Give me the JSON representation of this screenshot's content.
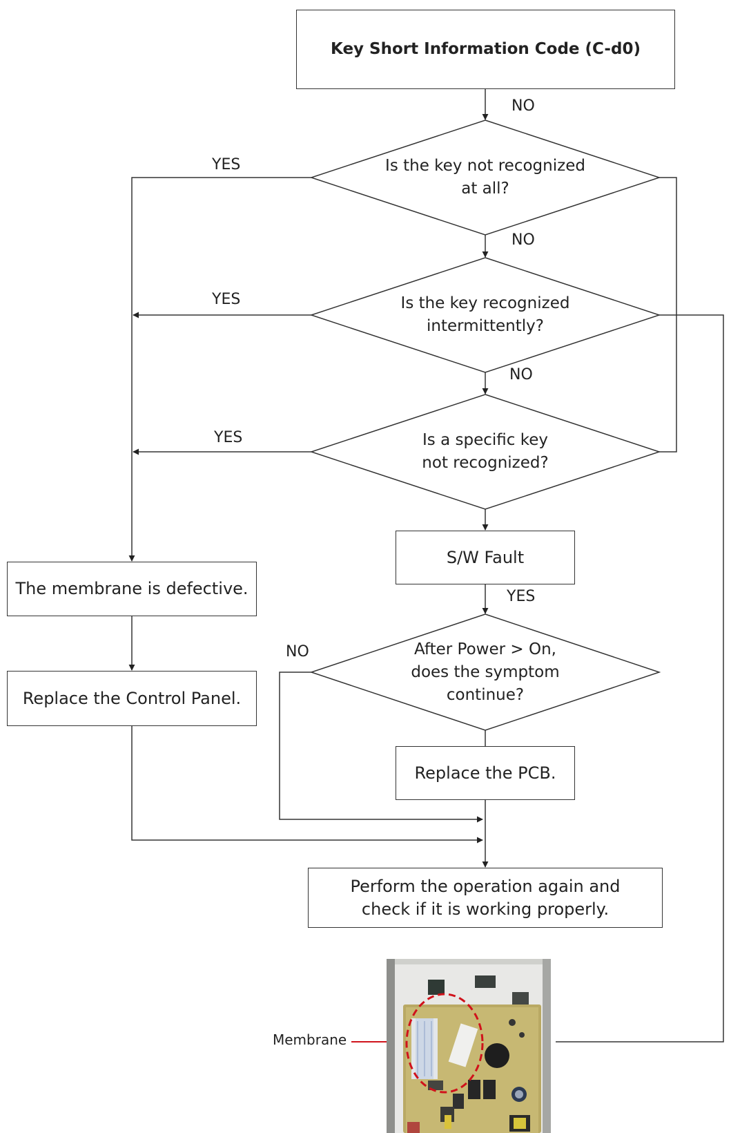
{
  "title_box": "Key Short Information Code (C-d0)",
  "decisions": {
    "d1": [
      "Is the key not recognized",
      "at all?"
    ],
    "d2": [
      "Is the key recognized",
      "intermittently?"
    ],
    "d3": [
      "Is a specific key",
      "not recognized?"
    ],
    "d4": [
      "After Power > On,",
      "does the symptom",
      "continue?"
    ]
  },
  "boxes": {
    "sw_fault": "S/W Fault",
    "membrane_defective": "The membrane is defective.",
    "replace_control_panel": "Replace the Control Panel.",
    "replace_pcb": "Replace the PCB.",
    "perform_again": [
      "Perform the operation again and",
      "check if it is working properly."
    ]
  },
  "labels": {
    "no_top": "NO",
    "yes_d1": "YES",
    "no_d1": "NO",
    "yes_d2": "YES",
    "no_d2": "NO",
    "yes_d3": "YES",
    "yes_sw": "YES",
    "no_d4": "NO"
  },
  "callout": {
    "label": "Membrane",
    "color": "#d0121b"
  },
  "colors": {
    "line": "#333333",
    "text": "#222222"
  }
}
